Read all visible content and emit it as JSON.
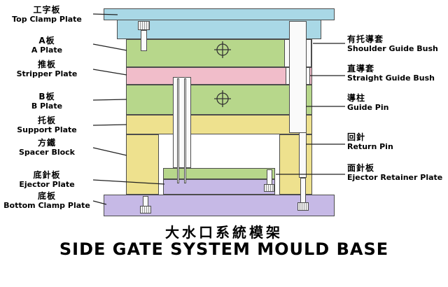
{
  "diagram": {
    "title_zh": "大水口系統模架",
    "title_en": "SIDE GATE SYSTEM MOULD BASE"
  },
  "labels_left": [
    {
      "zh": "工字板",
      "en": "Top Clamp Plate"
    },
    {
      "zh": "A板",
      "en": "A Plate"
    },
    {
      "zh": "推板",
      "en": "Stripper Plate"
    },
    {
      "zh": "B板",
      "en": "B Plate"
    },
    {
      "zh": "托板",
      "en": "Support Plate"
    },
    {
      "zh": "方鐵",
      "en": "Spacer Block"
    },
    {
      "zh": "底針板",
      "en": "Ejector Plate"
    },
    {
      "zh": "底板",
      "en": "Bottom Clamp Plate"
    }
  ],
  "labels_right": [
    {
      "zh": "有托導套",
      "en": "Shoulder Guide Bush"
    },
    {
      "zh": "直導套",
      "en": "Straight Guide Bush"
    },
    {
      "zh": "導柱",
      "en": "Guide Pin"
    },
    {
      "zh": "回針",
      "en": "Return Pin"
    },
    {
      "zh": "面針板",
      "en": "Ejector Retainer Plate"
    }
  ],
  "colors": {
    "cyan": "#a9d8e6",
    "green": "#b7d78b",
    "pink": "#f1bdca",
    "yellow": "#eee18e",
    "purple": "#c6b9e6"
  }
}
